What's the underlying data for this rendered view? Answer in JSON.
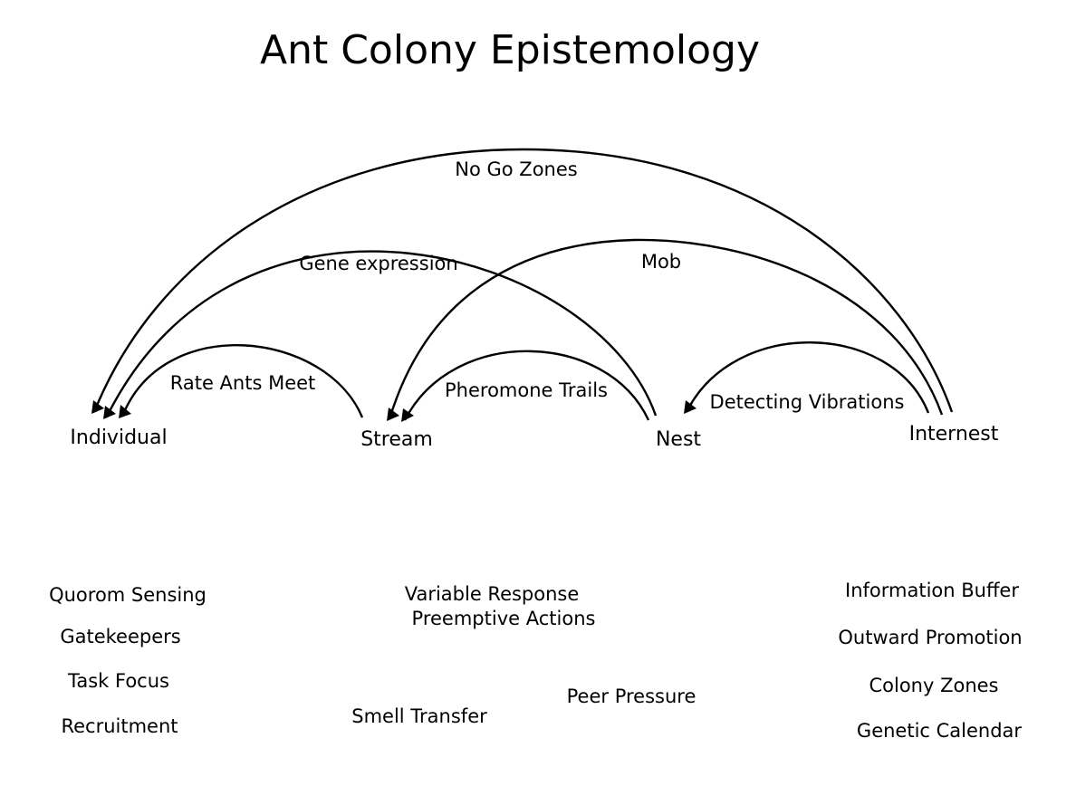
{
  "title": "Ant Colony Epistemology",
  "nodes": {
    "individual": "Individual",
    "stream": "Stream",
    "nest": "Nest",
    "internest": "Internest"
  },
  "edges": [
    {
      "from": "Stream",
      "to": "Individual",
      "label": "Rate Ants Meet"
    },
    {
      "from": "Nest",
      "to": "Stream",
      "label": "Pheromone Trails"
    },
    {
      "from": "Internest",
      "to": "Nest",
      "label": "Detecting Vibrations"
    },
    {
      "from": "Nest",
      "to": "Individual",
      "label": "Gene expression"
    },
    {
      "from": "Internest",
      "to": "Stream",
      "label": "Mob"
    },
    {
      "from": "Internest",
      "to": "Individual",
      "label": "No Go Zones"
    }
  ],
  "concepts": {
    "individual": [
      "Quorom Sensing",
      "Gatekeepers",
      "Task Focus",
      "Recruitment"
    ],
    "stream": [
      "Variable Response",
      "Preemptive Actions",
      "Smell Transfer"
    ],
    "nest": [
      "Peer Pressure"
    ],
    "internest": [
      "Information Buffer",
      "Outward Promotion",
      "Colony Zones",
      "Genetic Calendar"
    ]
  },
  "colors": {
    "line": "#000000",
    "text": "#000000",
    "background": "#ffffff"
  }
}
